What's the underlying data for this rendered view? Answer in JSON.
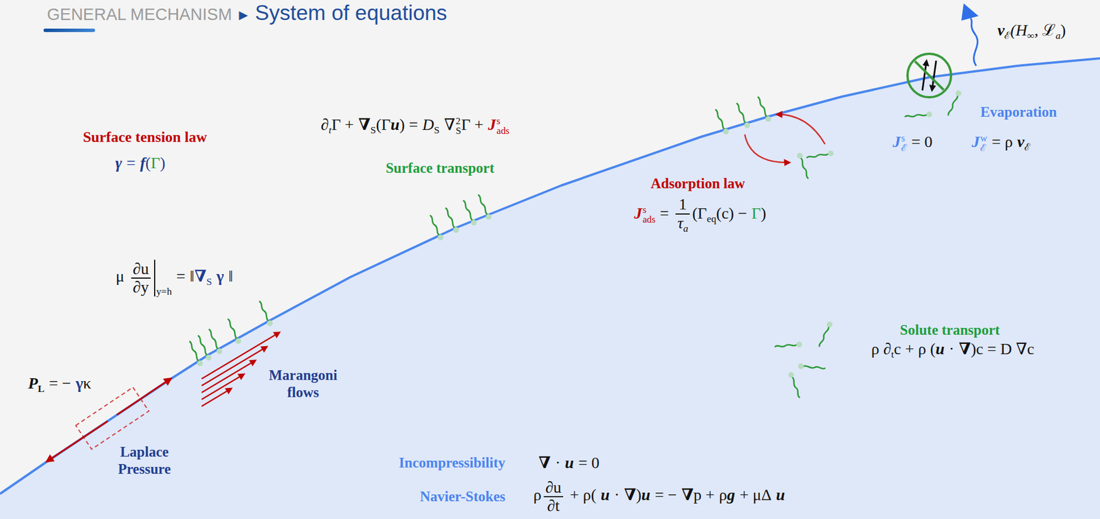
{
  "diagram": {
    "title": "System of equations",
    "labels": [
      "GENERAL MECHANISM",
      "►",
      "Surface tension law",
      "γ",
      "=",
      "f",
      "(",
      "Γ",
      ")",
      "∂",
      "t",
      "Γ +",
      "∇",
      "S",
      "(Γ",
      "u",
      ") =",
      "D",
      "S",
      "∇",
      "2",
      "S",
      "Γ +",
      "J",
      "s",
      "ads",
      "Surface transport",
      "Adsorption law",
      "J",
      "s",
      "ads",
      "=",
      "1",
      "τ",
      "a",
      "(Γ",
      "eq",
      "(c) −",
      "Γ",
      ")",
      "v",
      "ℰ",
      "(H",
      "∞",
      ", ℒ",
      "a",
      ")",
      "Evaporation",
      "J",
      "s",
      "ℰ",
      "= 0",
      "J",
      "w",
      "ℰ",
      "= ρ",
      "v",
      "ℰ",
      "μ",
      "∂u",
      "∂y",
      "y=h",
      "=",
      "‖",
      "∇",
      "S",
      "γ",
      "‖",
      "P",
      "L",
      "= −",
      "γ",
      "κ",
      "Laplace Pressure",
      "Marangoni flows",
      "Solute transport",
      "ρ ∂",
      "t",
      "c + ρ (",
      "u",
      "·",
      "∇",
      ")c = D ∇c",
      "Incompressibility",
      "∇",
      "·",
      "u",
      "= 0",
      "Navier-Stokes",
      "ρ",
      "∂u",
      "∂t",
      "+ ρ(",
      "u",
      "·",
      "∇",
      ")",
      "u",
      "= −",
      "∇",
      "p +",
      "ρ",
      "g",
      "+ μΔ",
      "u"
    ]
  }
}
